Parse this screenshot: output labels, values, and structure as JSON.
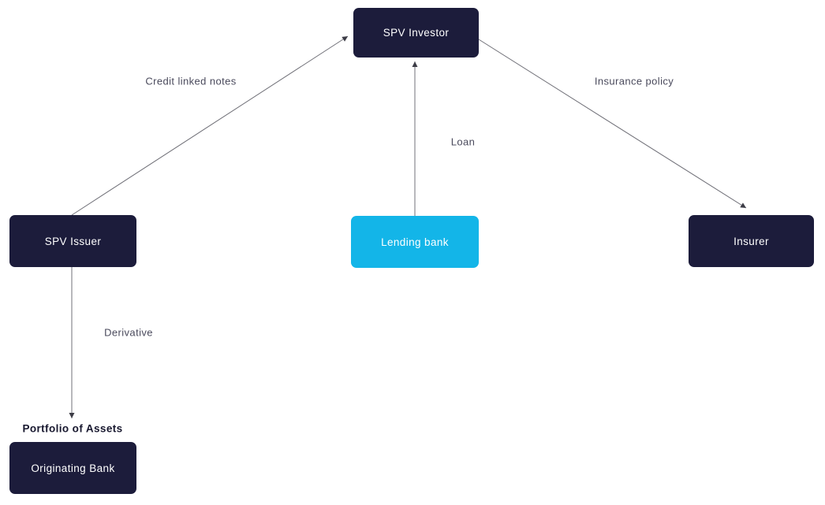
{
  "diagram": {
    "nodes": {
      "spv_investor": {
        "label": "SPV Investor"
      },
      "spv_issuer": {
        "label": "SPV Issuer"
      },
      "lending_bank": {
        "label": "Lending bank"
      },
      "insurer": {
        "label": "Insurer"
      },
      "originating_bank": {
        "label": "Originating Bank"
      }
    },
    "edges": {
      "credit_linked_notes": {
        "label": "Credit linked notes",
        "from": "SPV Issuer",
        "to": "SPV Investor"
      },
      "loan": {
        "label": "Loan",
        "from": "Lending bank",
        "to": "SPV Investor"
      },
      "insurance_policy": {
        "label": "Insurance policy",
        "from": "SPV Investor",
        "to": "Insurer"
      },
      "derivative": {
        "label": "Derivative",
        "from": "SPV Issuer",
        "to": "Originating Bank"
      },
      "portfolio_of_assets": {
        "label": "Portfolio of Assets"
      }
    },
    "colors": {
      "node_dark": "#1c1c3b",
      "node_cyan": "#13b5e8",
      "node_text": "#ffffff",
      "arrow_line": "#707078",
      "arrow_head": "#3c3c46",
      "edge_label_text": "#4a4a5c",
      "portfolio_label_text": "#18182f",
      "background": "#ffffff"
    }
  }
}
